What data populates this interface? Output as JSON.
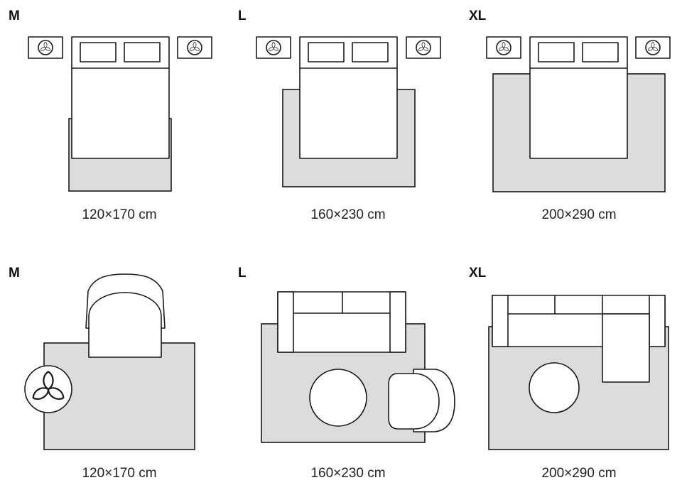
{
  "colors": {
    "rug_fill": "#dcdcdc",
    "stroke": "#1a1a1a",
    "furniture_fill": "#ffffff",
    "text": "#111111"
  },
  "icons": [
    "plant-icon"
  ],
  "bedroom": {
    "panels": [
      {
        "size": "M",
        "dimensions": "120×170 cm"
      },
      {
        "size": "L",
        "dimensions": "160×230 cm"
      },
      {
        "size": "XL",
        "dimensions": "200×290 cm"
      }
    ]
  },
  "living_room": {
    "panels": [
      {
        "size": "M",
        "dimensions": "120×170 cm"
      },
      {
        "size": "L",
        "dimensions": "160×230 cm"
      },
      {
        "size": "XL",
        "dimensions": "200×290 cm"
      }
    ]
  }
}
